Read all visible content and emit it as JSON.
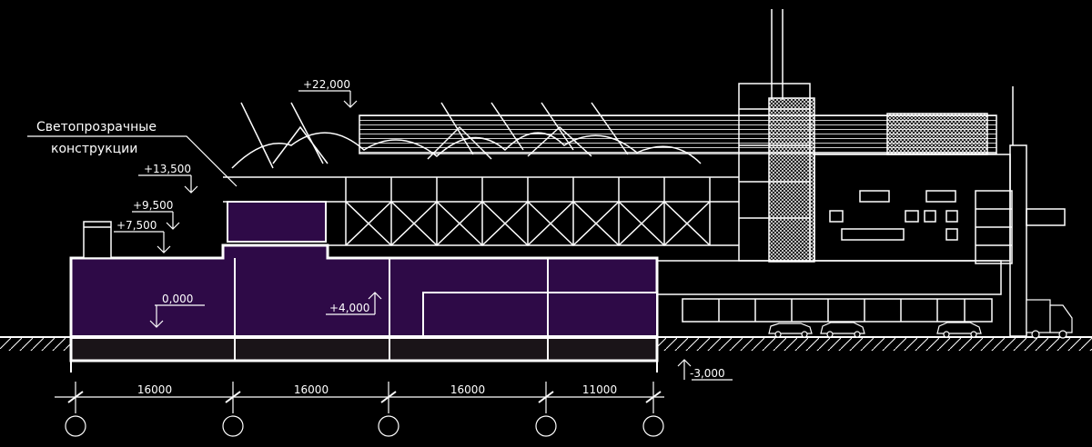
{
  "colors": {
    "background": "#000000",
    "lines": "#ffffff",
    "section_fill": "#2e0a47",
    "basement_fill": "#1a1418"
  },
  "annotation": {
    "line1": "Светопрозрачные",
    "line2": "конструкции"
  },
  "levels": {
    "l22000": "+22,000",
    "l13500": "+13,500",
    "l9500": "+9,500",
    "l7500": "+7,500",
    "l4000": "+4,000",
    "l0000": "0,000",
    "lm3000": "-3,000"
  },
  "dimensions": [
    "16000",
    "16000",
    "16000",
    "11000"
  ],
  "grid_axes_count": 5
}
